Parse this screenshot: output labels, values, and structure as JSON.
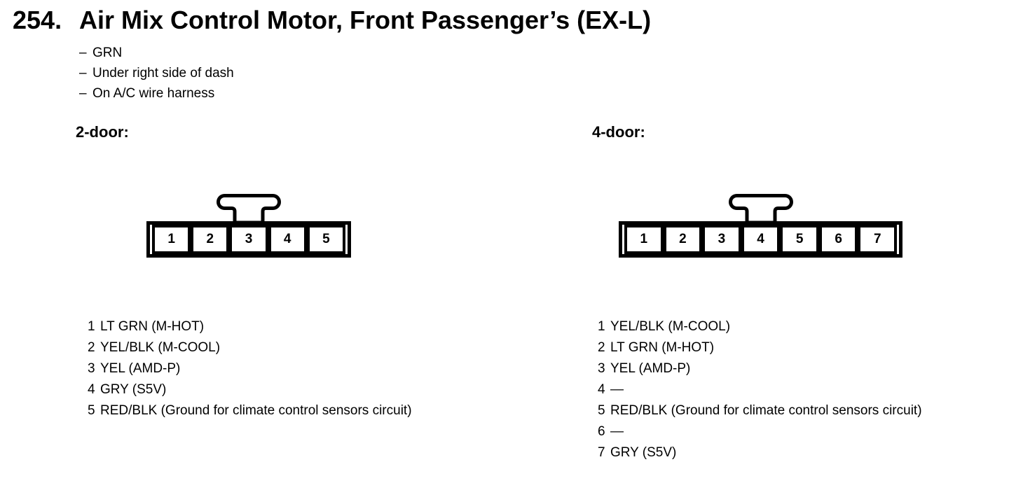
{
  "colors": {
    "ink": "#000000",
    "paper": "#ffffff"
  },
  "page": {
    "number": "254.",
    "title": "Air Mix Control Motor, Front Passenger’s (EX-L)",
    "notes_dash": "–",
    "notes": [
      "GRN",
      "Under right side of dash",
      "On A/C wire harness"
    ]
  },
  "sections": [
    {
      "heading": "2-door:",
      "connector_cells": [
        "1",
        "2",
        "3",
        "4",
        "5"
      ],
      "pins": [
        {
          "num": "1",
          "label": "LT GRN (M-HOT)"
        },
        {
          "num": "2",
          "label": "YEL/BLK (M-COOL)"
        },
        {
          "num": "3",
          "label": "YEL (AMD-P)"
        },
        {
          "num": "4",
          "label": "GRY (S5V)"
        },
        {
          "num": "5",
          "label": "RED/BLK (Ground for climate control sensors circuit)"
        }
      ]
    },
    {
      "heading": "4-door:",
      "connector_cells": [
        "1",
        "2",
        "3",
        "4",
        "5",
        "6",
        "7"
      ],
      "pins": [
        {
          "num": "1",
          "label": "YEL/BLK (M-COOL)"
        },
        {
          "num": "2",
          "label": "LT GRN (M-HOT)"
        },
        {
          "num": "3",
          "label": "YEL (AMD-P)"
        },
        {
          "num": "4",
          "label": "—"
        },
        {
          "num": "5",
          "label": "RED/BLK (Ground for climate control sensors circuit)"
        },
        {
          "num": "6",
          "label": "—"
        },
        {
          "num": "7",
          "label": "GRY (S5V)"
        }
      ]
    }
  ]
}
